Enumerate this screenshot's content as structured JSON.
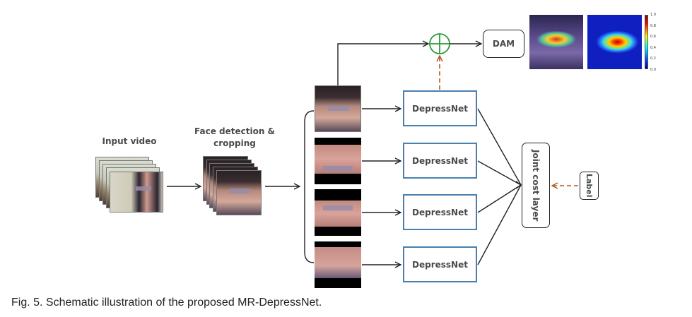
{
  "diagram": {
    "input_video_label": "Input video",
    "face_detection_label_line1": "Face detection &",
    "face_detection_label_line2": "cropping",
    "depressnet_boxes": [
      {
        "label": "DepressNet",
        "region": "full face"
      },
      {
        "label": "DepressNet",
        "region": "forehead/eyes"
      },
      {
        "label": "DepressNet",
        "region": "eyes/nose"
      },
      {
        "label": "DepressNet",
        "region": "mouth"
      }
    ],
    "sum_node": "element-wise sum",
    "dam_label": "DAM",
    "joint_cost_label": "Joint cost layer",
    "label_box": "Label",
    "colorbar_ticks": [
      "1.0",
      "0.8",
      "0.6",
      "0.4",
      "0.2",
      "0.0"
    ],
    "colors": {
      "depressnet_border": "#4a7fb0",
      "sum_node": "#2e9a3a",
      "dashed_arrow": "#b5531f",
      "solid_line": "#222222"
    }
  },
  "caption": "Fig. 5. Schematic illustration of the proposed MR-DepressNet."
}
